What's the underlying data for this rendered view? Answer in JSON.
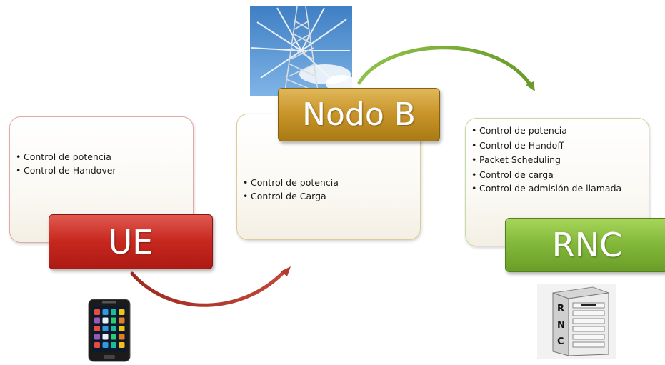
{
  "nodes": [
    {
      "id": "ue",
      "label": "UE",
      "color": "#c7281f",
      "functions": [
        "Control de potencia",
        "Control de Handover"
      ]
    },
    {
      "id": "nodo-b",
      "label": "Nodo B",
      "color": "#c9952a",
      "functions": [
        "Control de potencia",
        "Control de Carga"
      ]
    },
    {
      "id": "rnc",
      "label": "RNC",
      "color": "#82b83a",
      "functions": [
        "Control de potencia",
        "Control de Handoff",
        "Packet Scheduling",
        "Control de carga",
        "Control de admisión de llamada"
      ]
    }
  ],
  "arrows": [
    {
      "from": "ue",
      "to": "nodo-b",
      "color": "#b23a2e"
    },
    {
      "from": "nodo-b",
      "to": "rnc",
      "color": "#7fb03a"
    }
  ],
  "illustrations": {
    "tower": "cell-tower-photo",
    "phone": "smartphone-icon",
    "server": "rnc-server-icon",
    "server_rack_letters": [
      "R",
      "N",
      "C"
    ]
  }
}
